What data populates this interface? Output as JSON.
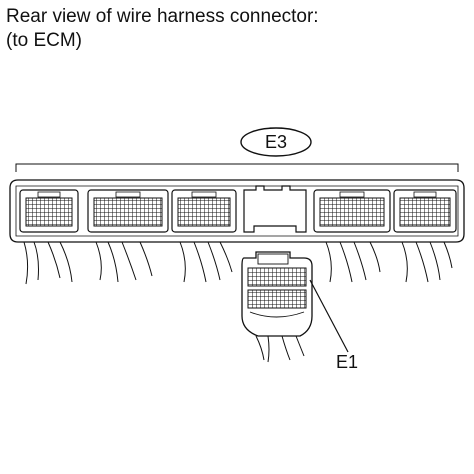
{
  "title": {
    "line1": "Rear view of wire harness connector:",
    "line2": "(to ECM)"
  },
  "connectors": {
    "main_label": "E3",
    "sub_label": "E1"
  },
  "colors": {
    "ink": "#111111",
    "background": "#ffffff"
  }
}
